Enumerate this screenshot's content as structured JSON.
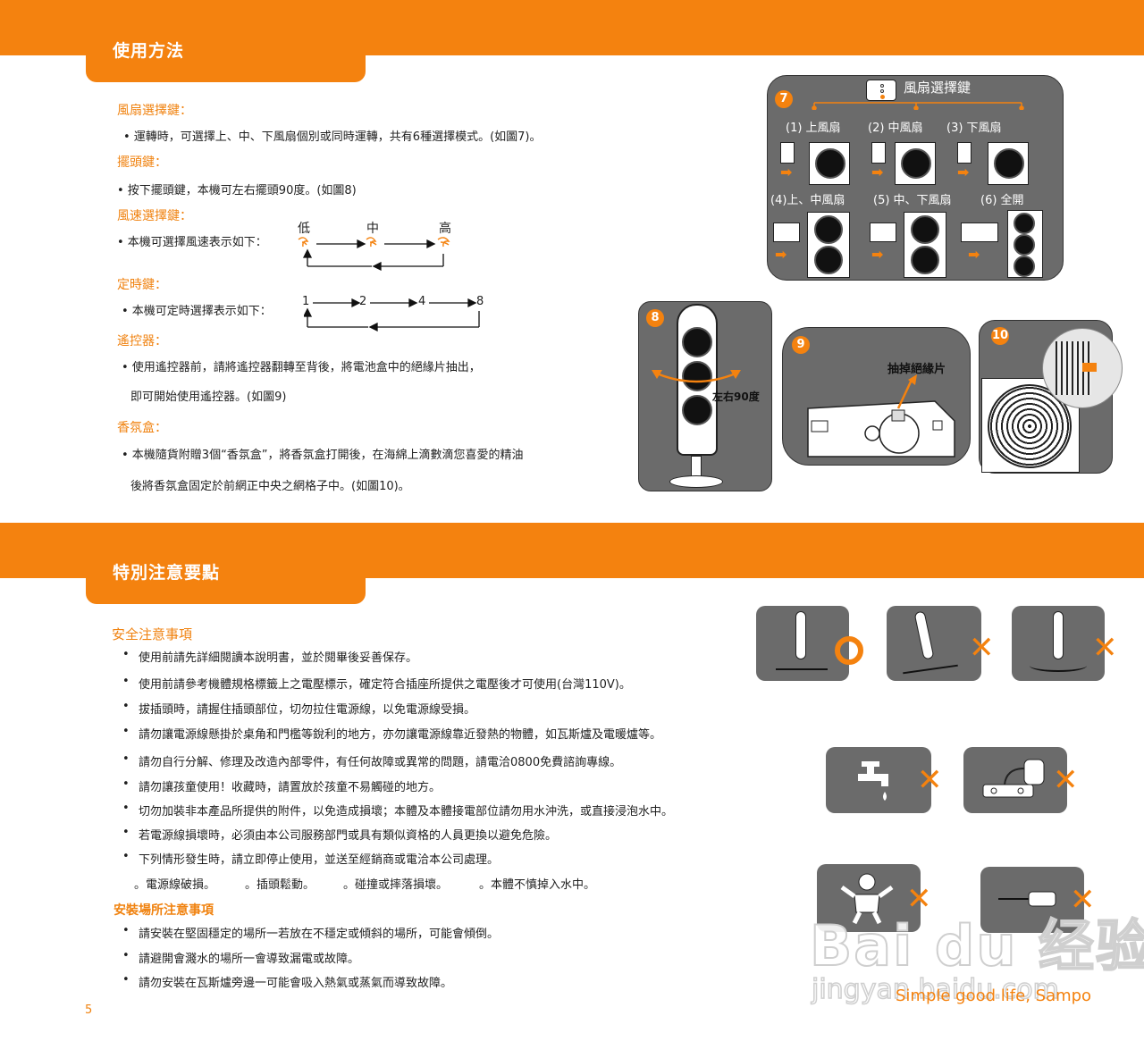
{
  "section1": {
    "title": "使用方法",
    "fan_select": {
      "heading": "風扇選擇鍵：",
      "text": "• 運轉時，可選擇上、中、下風扇個別或同時運轉，共有6種選擇模式。(如圖7)。"
    },
    "swing": {
      "heading": "擺頭鍵：",
      "text": "• 按下擺頭鍵，本機可左右擺頭90度。(如圖8)"
    },
    "speed": {
      "heading": "風速選擇鍵：",
      "text": "• 本機可選擇風速表示如下：",
      "labels": [
        "低",
        "中",
        "高"
      ]
    },
    "timer": {
      "heading": "定時鍵：",
      "text": "• 本機可定時選擇表示如下：",
      "values": [
        "1",
        "2",
        "4",
        "8"
      ]
    },
    "remote": {
      "heading": "遙控器：",
      "line1": "• 使用遙控器前，請將遙控器翻轉至背後，將電池盒中的絕緣片抽出，",
      "line2": "即可開始使用遙控器。(如圖9)"
    },
    "aroma": {
      "heading": "香氛盒：",
      "line1": "• 本機隨貨附贈3個“香氛盒”，將香氛盒打開後，在海綿上滴數滴您喜愛的精油",
      "line2": "後將香氛盒固定於前網正中央之網格子中。(如圖10)。"
    }
  },
  "figure7": {
    "number": "7",
    "title": "風扇選擇鍵",
    "modes": [
      "(1) 上風扇",
      "(2) 中風扇",
      "(3) 下風扇",
      "(4)上、中風扇",
      "(5) 中、下風扇",
      "(6)  全開"
    ]
  },
  "figure8": {
    "number": "8",
    "label": "左右90度"
  },
  "figure9": {
    "number": "9",
    "label": "抽掉絕緣片"
  },
  "figure10": {
    "number": "10"
  },
  "section2": {
    "title": "特別注意要點",
    "safety": {
      "heading": "安全注意事項",
      "items": [
        "使用前請先詳細閱讀本說明書，並於閱畢後妥善保存。",
        "使用前請參考機體規格標籤上之電壓標示，確定符合插座所提供之電壓後才可使用(台灣110V)。",
        "拔插頭時，請握住插頭部位，切勿拉住電源線，以免電源線受損。",
        "請勿讓電源線懸掛於桌角和門檻等銳利的地方，亦勿讓電源線靠近發熱的物體，如瓦斯爐及電暖爐等。",
        "請勿自行分解、修理及改造內部零件，有任何故障或異常的問題，請電洽0800免費諮詢專線。",
        "請勿讓孩童使用！收藏時，請置放於孩童不易觸碰的地方。",
        "切勿加裝非本產品所提供的附件，以免造成損壞；本體及本體接電部位請勿用水沖洗，或直接浸泡水中。",
        "若電源線損壞時，必須由本公司服務部門或具有類似資格的人員更換以避免危險。",
        "下列情形發生時，請立即停止使用，並送至經銷商或電洽本公司處理。"
      ],
      "conditions": [
        "。電源線破損。",
        "。插頭鬆動。",
        "。碰撞或摔落損壞。",
        "。本體不慎掉入水中。"
      ]
    },
    "install": {
      "heading": "安裝場所注意事項",
      "items": [
        "請安裝在堅固穩定的場所一若放在不穩定或傾斜的場所，可能會傾倒。",
        "請避開會濺水的場所一會導致漏電或故障。",
        "請勿安裝在瓦斯爐旁邊一可能會吸入熱氣或蒸氣而導致故障。"
      ]
    }
  },
  "footer": {
    "page_number": "5",
    "slogan": "Simple good life, Sampo",
    "watermark_brand": "Bai du 经验",
    "watermark_url": "jingyan.baidu.com"
  },
  "colors": {
    "accent": "#f4820f",
    "panel": "#6b6b6b"
  }
}
